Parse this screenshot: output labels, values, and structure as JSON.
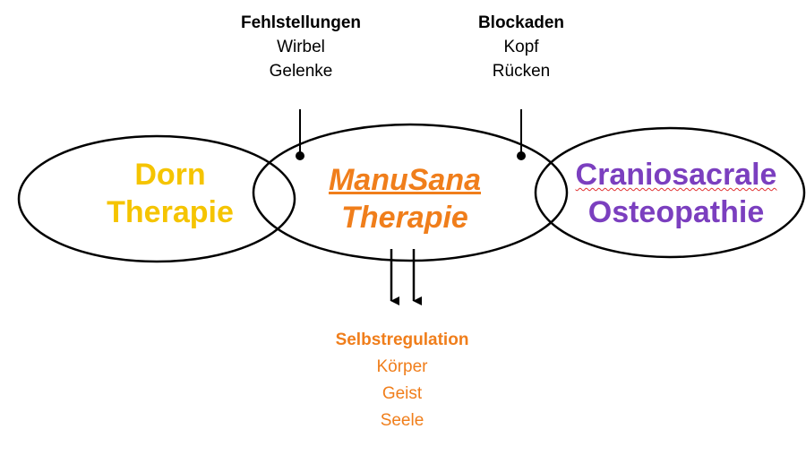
{
  "colors": {
    "dorn": "#f5c400",
    "manusana": "#f07e1b",
    "cranio": "#7b3fbf",
    "lines": "#000000",
    "selbst": "#f07e1b"
  },
  "top_left": {
    "heading": "Fehlstellungen",
    "items": [
      "Wirbel",
      "Gelenke"
    ]
  },
  "top_right": {
    "heading": "Blockaden",
    "items": [
      "Kopf",
      "Rücken"
    ]
  },
  "left_circle": {
    "line1": "Dorn",
    "line2": "Therapie"
  },
  "center_circle": {
    "line1": "ManuSana",
    "line2": "Therapie"
  },
  "right_circle": {
    "line1": "Craniosacrale",
    "line2": "Osteopathie"
  },
  "bottom": {
    "heading": "Selbstregulation",
    "items": [
      "Körper",
      "Geist",
      "Seele"
    ]
  }
}
